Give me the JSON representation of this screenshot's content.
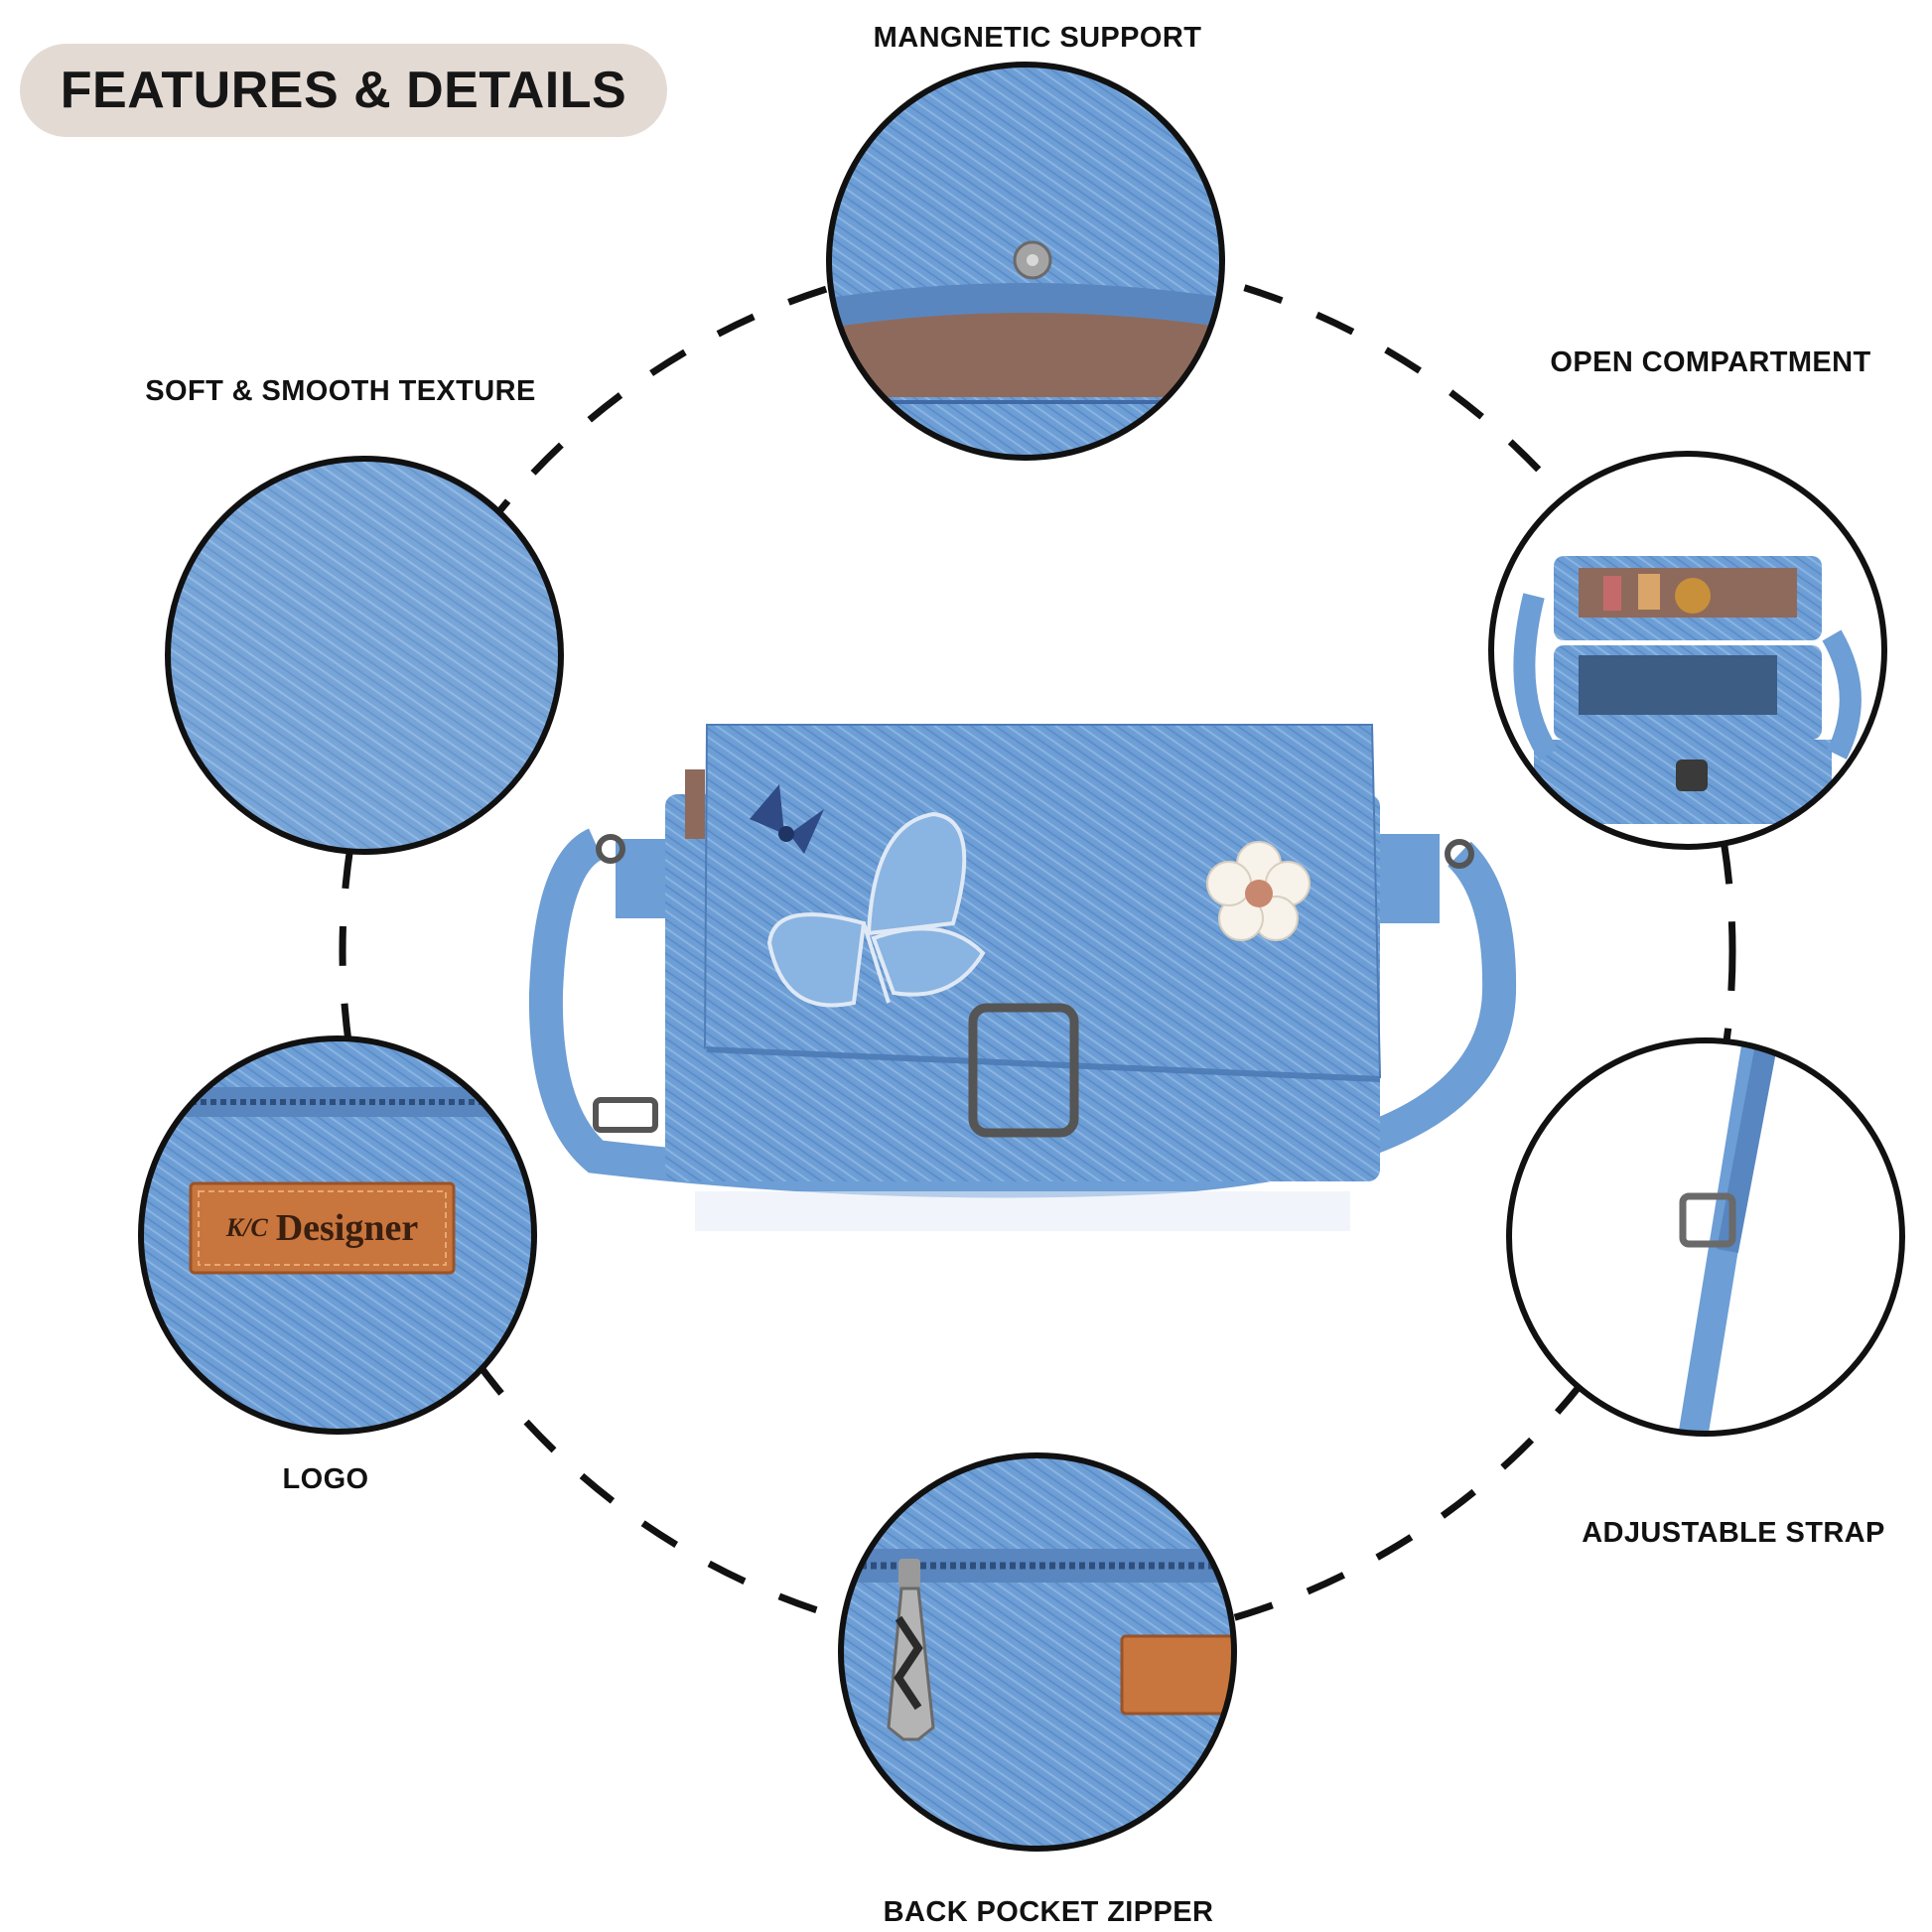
{
  "header": {
    "title": "FEATURES & DETAILS"
  },
  "features": [
    {
      "label": "MANGNETIC SUPPORT"
    },
    {
      "label": "SOFT & SMOOTH TEXTURE"
    },
    {
      "label": "OPEN COMPARTMENT"
    },
    {
      "label": "LOGO"
    },
    {
      "label": "ADJUSTABLE STRAP"
    },
    {
      "label": "BACK POCKET ZIPPER"
    }
  ],
  "logo_patch": {
    "text": "Designer",
    "monogram": "K/C"
  },
  "colors": {
    "denim": "#6d9ed5",
    "denim_dark": "#5886c0",
    "pill": "#e4dad4",
    "patch": "#c8763d",
    "line": "#111111"
  }
}
